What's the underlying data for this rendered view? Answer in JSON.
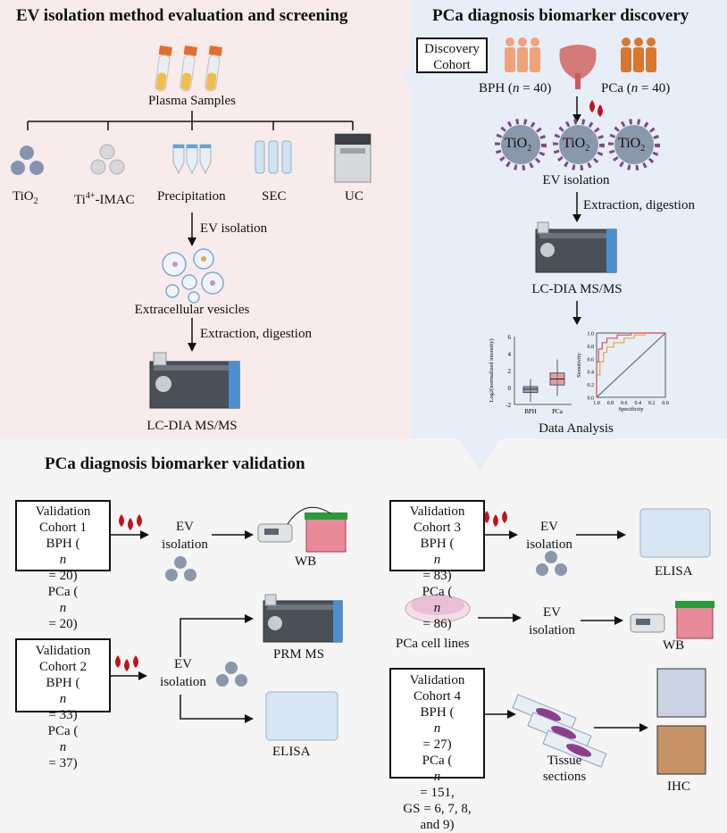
{
  "panel_a": {
    "title": "EV isolation method evaluation and screening",
    "plasma_label": "Plasma Samples",
    "methods": [
      {
        "label": "TiO",
        "sub": "2",
        "icon": "tio2-beads-icon"
      },
      {
        "label": "Ti",
        "sup": "4+",
        "rest": "-IMAC",
        "icon": "imac-beads-icon"
      },
      {
        "label": "Precipitation",
        "icon": "precipitation-tubes-icon"
      },
      {
        "label": "SEC",
        "icon": "sec-columns-icon"
      },
      {
        "label": "UC",
        "icon": "ultracentrifuge-icon"
      }
    ],
    "step_ev": "EV isolation",
    "ev_label": "Extracellular vesicles",
    "step_extract": "Extraction, digestion",
    "ms_label": "LC-DIA MS/MS"
  },
  "panel_b": {
    "title": "PCa diagnosis biomarker discovery",
    "cohort_box": [
      "Discovery",
      "Cohort"
    ],
    "bph_prefix": "BPH (",
    "bph_n": "n",
    "bph_suffix": " = 40)",
    "pca_prefix": "PCa (",
    "pca_n": "n",
    "pca_suffix": " = 40)",
    "bead_label": "TiO",
    "bead_sub": "2",
    "step_ev": "EV isolation",
    "step_extract": "Extraction, digestion",
    "ms_label": "LC-DIA MS/MS",
    "analysis_label": "Data Analysis",
    "colors": {
      "bph_people": "#f0a37a",
      "pca_people": "#d8772f",
      "blood": "#c0121e",
      "bead": "#8a98ac",
      "spike": "#7d4a8a"
    }
  },
  "chart_data": [
    {
      "type": "box",
      "categories": [
        "BPH",
        "PCa"
      ],
      "ylabel": "Log2(normalized intensity)",
      "yticks": [
        "6",
        "4",
        "2",
        "0",
        "-2"
      ],
      "ylim": [
        -2,
        6
      ],
      "series": [
        {
          "category": "BPH",
          "min": -1.7,
          "q1": -0.6,
          "median": -0.2,
          "q3": 0.1,
          "max": 1.0,
          "color": "#6478a8"
        },
        {
          "category": "PCa",
          "min": -1.0,
          "q1": 0.3,
          "median": 1.0,
          "q3": 1.7,
          "max": 3.3,
          "color": "#e0706e"
        }
      ]
    },
    {
      "type": "line",
      "title": "",
      "xlabel": "Specificity",
      "ylabel": "Sensitivity",
      "xticks": [
        "1.0",
        "0.8",
        "0.6",
        "0.4",
        "0.2",
        "0.0"
      ],
      "yticks": [
        "1.0",
        "0.8",
        "0.6",
        "0.4",
        "0.2",
        "0.0"
      ],
      "xlim": [
        1,
        0
      ],
      "ylim": [
        0,
        1
      ],
      "series": [
        {
          "color": "#e8a53a",
          "x": [
            1.0,
            1.0,
            0.95,
            0.95,
            0.9,
            0.9,
            0.85,
            0.85,
            0.75,
            0.75,
            0.6,
            0.6,
            0.45,
            0.45,
            0.3,
            0.3,
            0.0
          ],
          "y": [
            0.0,
            0.35,
            0.35,
            0.55,
            0.55,
            0.7,
            0.7,
            0.78,
            0.78,
            0.85,
            0.85,
            0.92,
            0.92,
            0.97,
            0.97,
            1.0,
            1.0
          ]
        },
        {
          "color": "#d94f5e",
          "x": [
            1.0,
            1.0,
            0.97,
            0.97,
            0.92,
            0.92,
            0.85,
            0.85,
            0.7,
            0.7,
            0.5,
            0.5,
            0.0
          ],
          "y": [
            0.0,
            0.55,
            0.55,
            0.75,
            0.75,
            0.85,
            0.85,
            0.92,
            0.92,
            0.97,
            0.97,
            1.0,
            1.0
          ]
        },
        {
          "color": "#6d6d8a",
          "x": [
            1.0,
            0.0
          ],
          "y": [
            0.0,
            1.0
          ]
        }
      ]
    }
  ],
  "panel_c": {
    "title": "PCa diagnosis biomarker validation",
    "cohort1": {
      "lines": [
        "Validation",
        "Cohort 1"
      ],
      "bph": [
        "BPH (",
        "n",
        " = 20)"
      ],
      "pca": [
        "PCa (",
        "n",
        " = 20)"
      ],
      "ev": [
        "EV",
        "isolation"
      ],
      "result": "WB"
    },
    "cohort2": {
      "lines": [
        "Validation",
        "Cohort 2"
      ],
      "bph": [
        "BPH (",
        "n",
        " = 33)"
      ],
      "pca": [
        "PCa (",
        "n",
        " = 37)"
      ],
      "ev": [
        "EV",
        "isolation"
      ],
      "result_top": "PRM MS",
      "result_bottom": "ELISA"
    },
    "cohort3": {
      "lines": [
        "Validation",
        "Cohort 3"
      ],
      "bph": [
        "BPH (",
        "n",
        " = 83)"
      ],
      "pca": [
        "PCa (",
        "n",
        " = 86)"
      ],
      "ev": [
        "EV",
        "isolation"
      ],
      "result": "ELISA"
    },
    "cell_lines": {
      "label": "PCa cell lines",
      "ev": [
        "EV",
        "isolation"
      ],
      "result": "WB"
    },
    "cohort4": {
      "lines": [
        "Validation",
        "Cohort 4"
      ],
      "bph": [
        "BPH (",
        "n",
        " = 27)"
      ],
      "pca": [
        "PCa (",
        "n",
        " = 151,"
      ],
      "gs": [
        "GS = 6, 7, 8,",
        "and 9)"
      ],
      "tissue": [
        "Tissue",
        "sections"
      ],
      "result": "IHC"
    }
  }
}
